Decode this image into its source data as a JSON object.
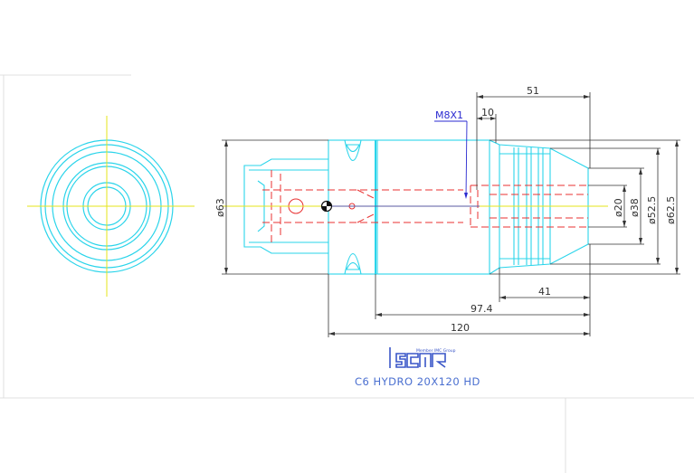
{
  "colors": {
    "outline": "#2ad4ea",
    "hidden": "#e83030",
    "center": "#e6e41a",
    "dimension": "#333333",
    "callout": "#2a2ad0",
    "logo": "#3a56c8"
  },
  "dimensions": {
    "d51": "51",
    "d10": "10",
    "thread": "M8X1",
    "dia63": "ø63",
    "dia20": "ø20",
    "dia38": "ø38",
    "dia52_5": "ø52.5",
    "dia62_5": "ø62.5",
    "d41": "41",
    "d97_4": "97.4",
    "d120": "120"
  },
  "logo": {
    "tagline": "Member IMC Group",
    "name": "iscar"
  },
  "title": "C6 HYDRO 20X120 HD"
}
